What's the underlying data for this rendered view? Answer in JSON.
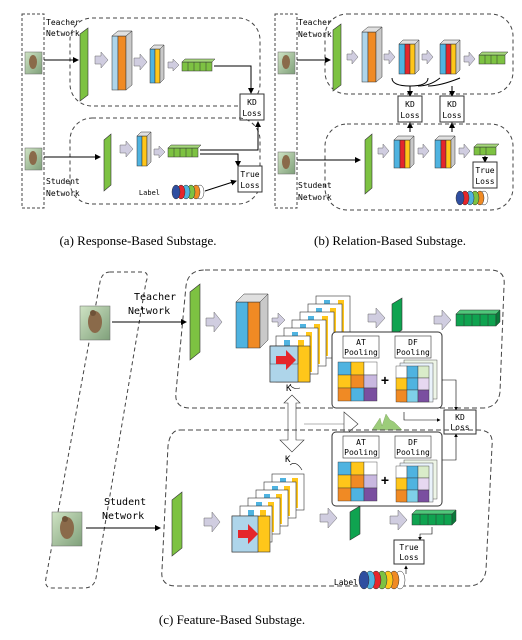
{
  "panel_a": {
    "teacher_label": [
      "Teacher",
      "Network"
    ],
    "student_label": [
      "Student",
      "Network"
    ],
    "kd_loss": [
      "KD",
      "Loss"
    ],
    "true_loss": [
      "True",
      "Loss"
    ],
    "label_text": "Label",
    "caption": "(a) Response-Based Substage."
  },
  "panel_b": {
    "teacher_label": [
      "Teacher",
      "Network"
    ],
    "student_label": [
      "Student",
      "Network"
    ],
    "kd_loss": [
      "KD",
      "Loss"
    ],
    "true_loss": [
      "True",
      "Loss"
    ],
    "caption": "(b) Relation-Based Substage."
  },
  "panel_c": {
    "teacher_label": [
      "Teacher",
      "Network"
    ],
    "student_label": [
      "Student",
      "Network"
    ],
    "at_pooling": [
      "AT",
      "Pooling"
    ],
    "df_pooling": [
      "DF",
      "Pooling"
    ],
    "kd_loss": [
      "KD",
      "Loss"
    ],
    "true_loss": [
      "True",
      "Loss"
    ],
    "label_text": "Label",
    "k_label": "K",
    "caption": "(c) Feature-Based Substage."
  },
  "colors": {
    "green": "#7dc242",
    "blue": "#4fb3e0",
    "orange": "#f08a24",
    "yellow": "#ffc61a",
    "red": "#e5262b",
    "purple": "#7a4fa0",
    "gray": "#c0c0c0"
  }
}
